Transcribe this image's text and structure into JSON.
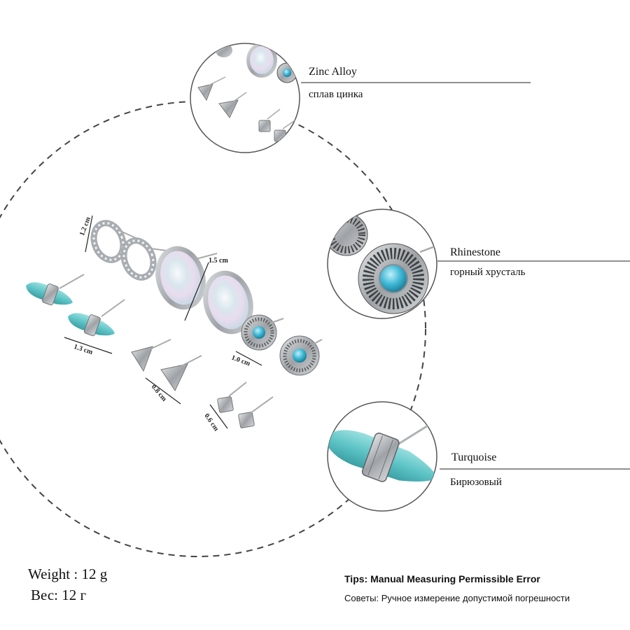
{
  "materials": [
    {
      "name_en": "Zinc Alloy",
      "name_ru": "сплав цинка"
    },
    {
      "name_en": "Rhinestone",
      "name_ru": "горный хрусталь"
    },
    {
      "name_en": "Turquoise",
      "name_ru": "Бирюзовый"
    }
  ],
  "dimensions": {
    "crystal_ring": "1.2 cm",
    "opal_oval": "1.5 cm",
    "turquoise_bullet": "1.3 cm",
    "rhinestone_round": "1.0 cm",
    "triangle": "0.8 cm",
    "square": "0.6 cm"
  },
  "weight": {
    "en": "Weight : 12 g",
    "ru": "Вес: 12 г"
  },
  "tips": {
    "en": "Tips: Manual Measuring Permissible Error",
    "ru": "Советы: Ручное измерение допустимой погрешности"
  },
  "colors": {
    "turquoise": "#5ec4c6",
    "silver": "#b9bcbf",
    "silver_dark": "#6f7377",
    "opal": "#e4ecf0",
    "crystal_blue": "#3fb8d6",
    "dashed_circle": "#444444"
  }
}
